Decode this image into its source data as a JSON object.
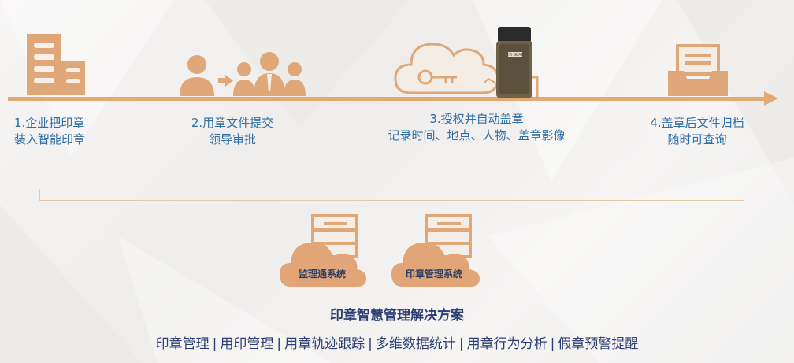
{
  "colors": {
    "accent": "#e3aa73",
    "label_blue": "#2f6fa8",
    "title_navy": "#2c3e73"
  },
  "device": {
    "brand_text": "ER·SEAL"
  },
  "steps": [
    {
      "lines": [
        "1.企业把印章",
        "装入智能印章"
      ],
      "icon": "building-icon"
    },
    {
      "lines": [
        "2.用章文件提交",
        "领导审批"
      ],
      "icon": "users-approval-icon"
    },
    {
      "lines": [
        "3.授权并自动盖章",
        "记录时间、地点、人物、盖章影像"
      ],
      "icon": "cloud-key-seal-device-icon"
    },
    {
      "lines": [
        "4.盖章后文件归档",
        "随时可查询"
      ],
      "icon": "archive-tray-icon"
    }
  ],
  "systems": [
    {
      "label": "监理通系统",
      "icon": "server-cloud-icon"
    },
    {
      "label": "印章管理系统",
      "icon": "server-cloud-icon"
    }
  ],
  "solution": {
    "title": "印章智慧管理解决方案",
    "features": [
      "印章管理",
      "用印管理",
      "用章轨迹跟踪",
      "多维数据统计",
      "用章行为分析",
      "假章预警提醒"
    ],
    "separator": "|"
  }
}
